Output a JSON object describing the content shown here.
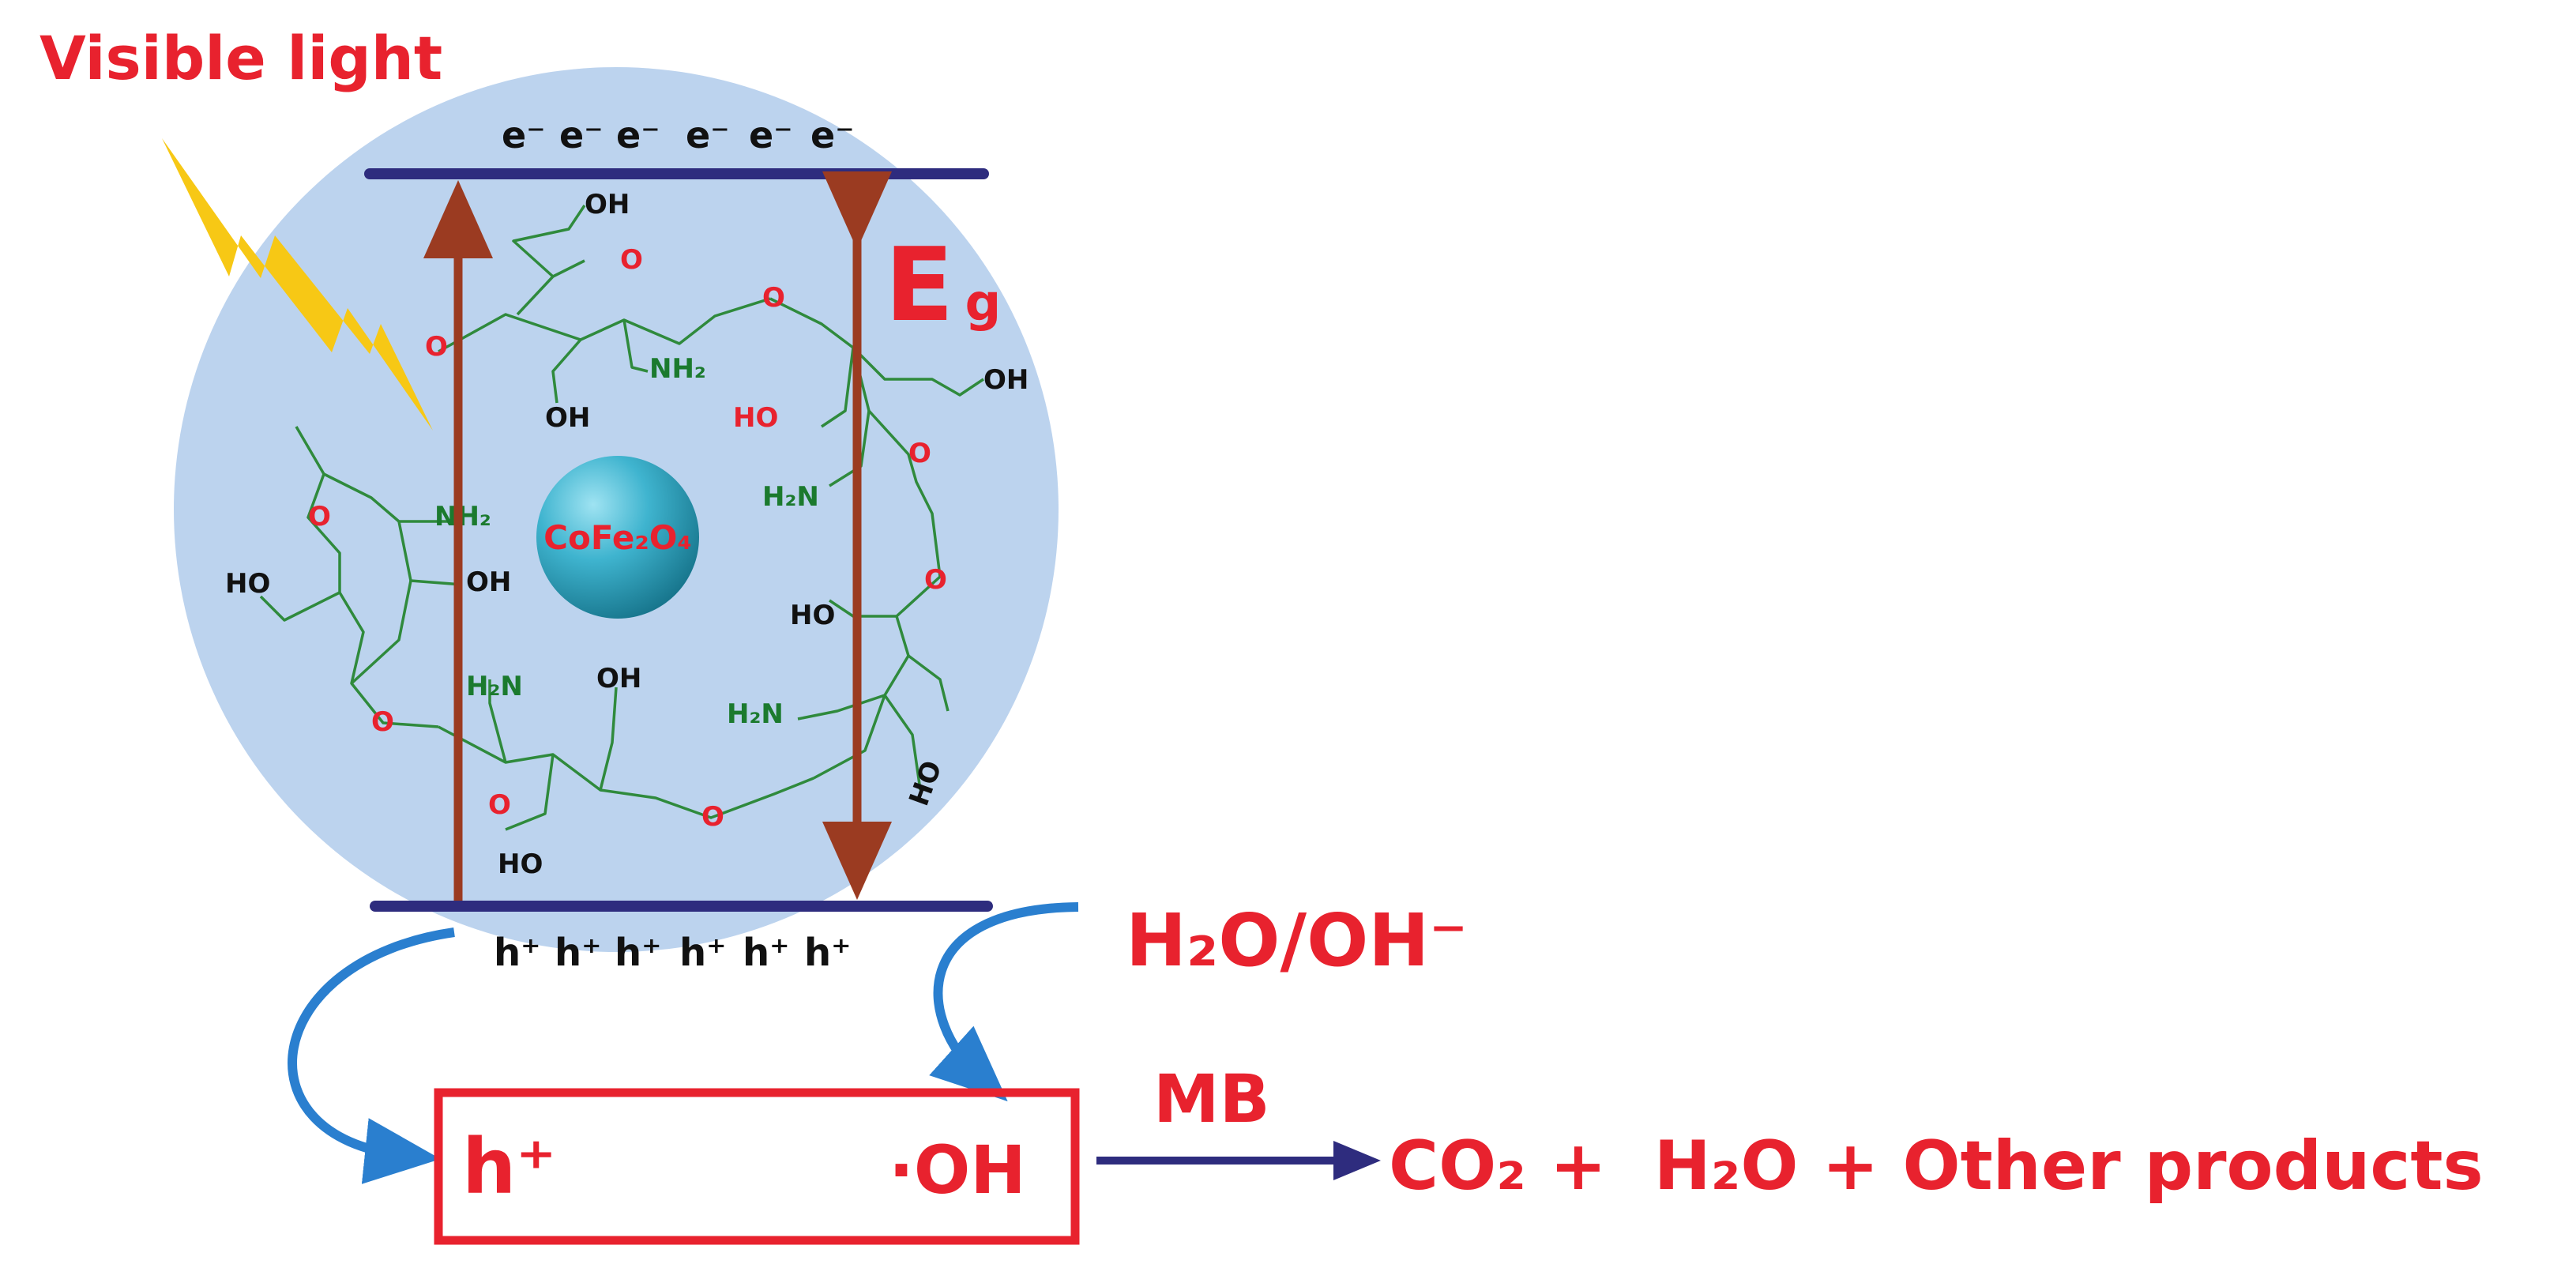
{
  "title": "Visible light",
  "electrons": [
    "e⁻",
    "e⁻",
    "e⁻",
    "e⁻",
    "e⁻",
    "e⁻"
  ],
  "holes": [
    "h⁺",
    "h⁺",
    "h⁺",
    "h⁺",
    "h⁺",
    "h⁺"
  ],
  "bandgap": {
    "main": "E",
    "sub": "g"
  },
  "particle": {
    "label": "CoFe₂O₄"
  },
  "reactant": "H₂O/OH⁻",
  "box": {
    "left": "h⁺",
    "right": "·OH"
  },
  "reagent": "MB",
  "products": "CO₂ +  H₂O + Other products",
  "chem": {
    "oh": "OH",
    "ho": "HO",
    "o": "O",
    "nh2": "NH₂",
    "h2n": "H₂N"
  },
  "colors": {
    "accent_red": "#e8222e",
    "circle_fill": "#bcd3ee",
    "band_line": "#2e2c7e",
    "bandgap_arrow": "#9b3b21",
    "curve_arrow": "#2a7fcf",
    "bolt": "#f7c815",
    "molecule_bond": "#2f8a3c"
  }
}
